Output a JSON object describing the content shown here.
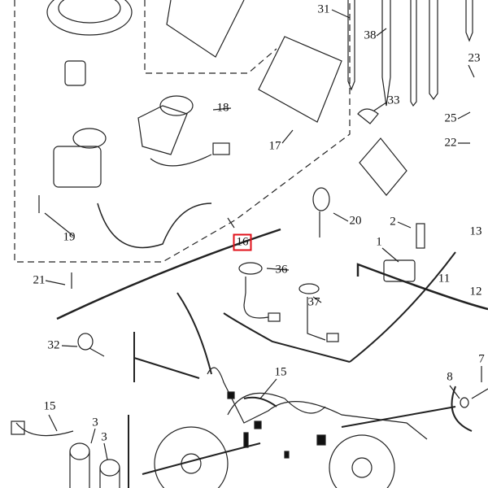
{
  "diagram": {
    "highlight_color": "#e0101a",
    "callouts": [
      {
        "id": "31",
        "label": "31"
      },
      {
        "id": "38",
        "label": "38"
      },
      {
        "id": "23",
        "label": "23"
      },
      {
        "id": "18",
        "label": "18"
      },
      {
        "id": "33",
        "label": "33"
      },
      {
        "id": "25",
        "label": "25"
      },
      {
        "id": "17",
        "label": "17"
      },
      {
        "id": "22",
        "label": "22"
      },
      {
        "id": "19",
        "label": "19"
      },
      {
        "id": "20",
        "label": "20"
      },
      {
        "id": "2",
        "label": "2"
      },
      {
        "id": "13",
        "label": "13"
      },
      {
        "id": "16",
        "label": "16",
        "highlighted": true
      },
      {
        "id": "1",
        "label": "1"
      },
      {
        "id": "11",
        "label": "11"
      },
      {
        "id": "12",
        "label": "12"
      },
      {
        "id": "21",
        "label": "21"
      },
      {
        "id": "36",
        "label": "36"
      },
      {
        "id": "37",
        "label": "37"
      },
      {
        "id": "32",
        "label": "32"
      },
      {
        "id": "15a",
        "label": "15"
      },
      {
        "id": "8",
        "label": "8"
      },
      {
        "id": "7",
        "label": "7"
      },
      {
        "id": "15b",
        "label": "15"
      },
      {
        "id": "3a",
        "label": "3"
      },
      {
        "id": "3b",
        "label": "3"
      }
    ]
  }
}
